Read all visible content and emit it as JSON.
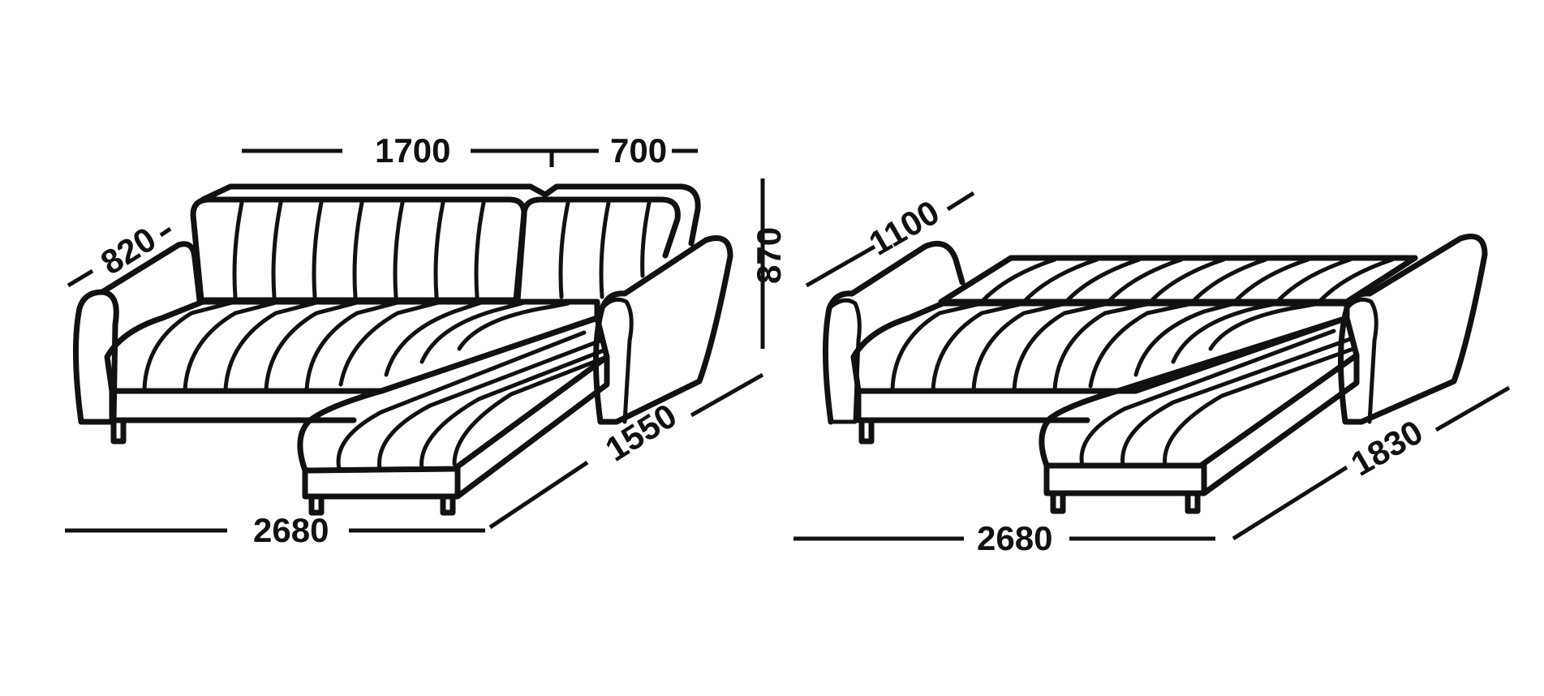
{
  "colors": {
    "line": "#111111",
    "background": "#ffffff"
  },
  "sofa_folded": {
    "width_total": "2680",
    "width_main": "1700",
    "width_chaise_back": "700",
    "depth": "820",
    "height": "870",
    "chaise_length": "1550"
  },
  "sofa_unfolded": {
    "width_total": "2680",
    "depth": "1100",
    "chaise_length": "1830"
  }
}
